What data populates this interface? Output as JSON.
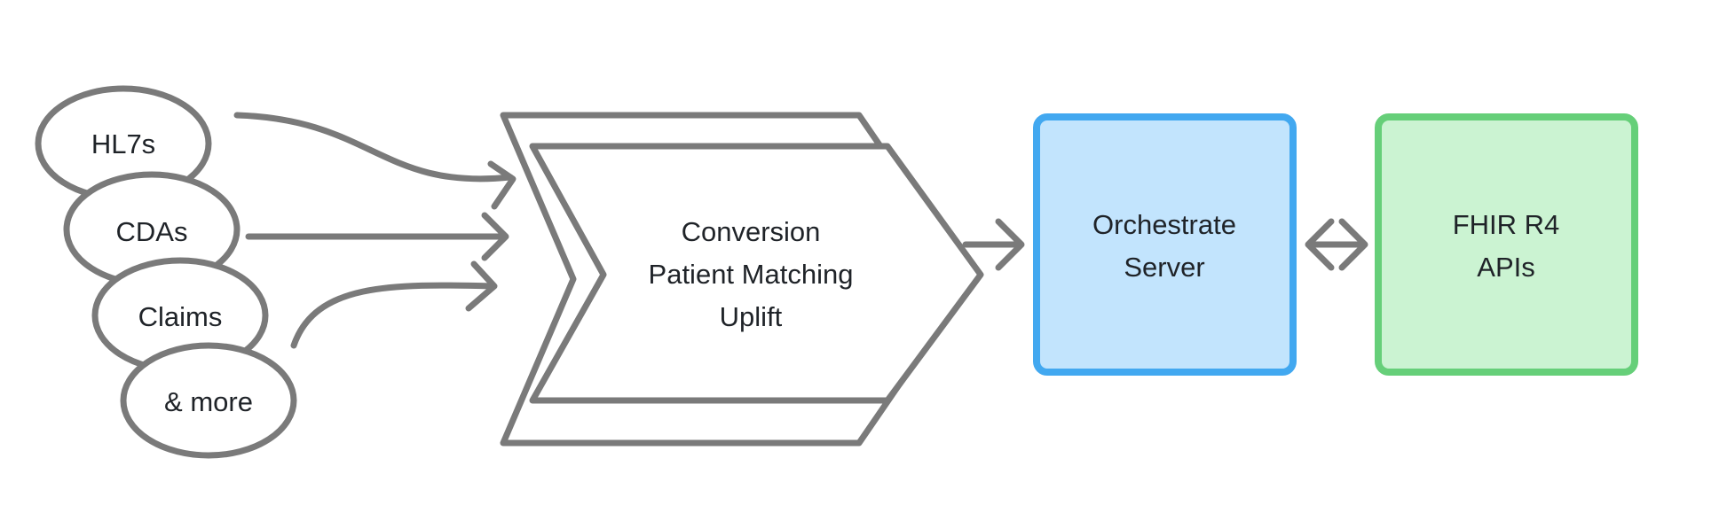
{
  "inputs": [
    {
      "label": "HL7s"
    },
    {
      "label": "CDAs"
    },
    {
      "label": "Claims"
    },
    {
      "label": "& more"
    }
  ],
  "process": {
    "lines": [
      "Conversion",
      "Patient Matching",
      "Uplift"
    ]
  },
  "server": {
    "lines": [
      "Orchestrate",
      "Server"
    ],
    "fill_color": "#c2e4fd",
    "border_color": "#42a8f0"
  },
  "apis": {
    "lines": [
      "FHIR R4",
      "APIs"
    ],
    "fill_color": "#cbf3d2",
    "border_color": "#66cf79"
  },
  "colors": {
    "line": "#7a7a7a",
    "text": "#1f2328"
  }
}
